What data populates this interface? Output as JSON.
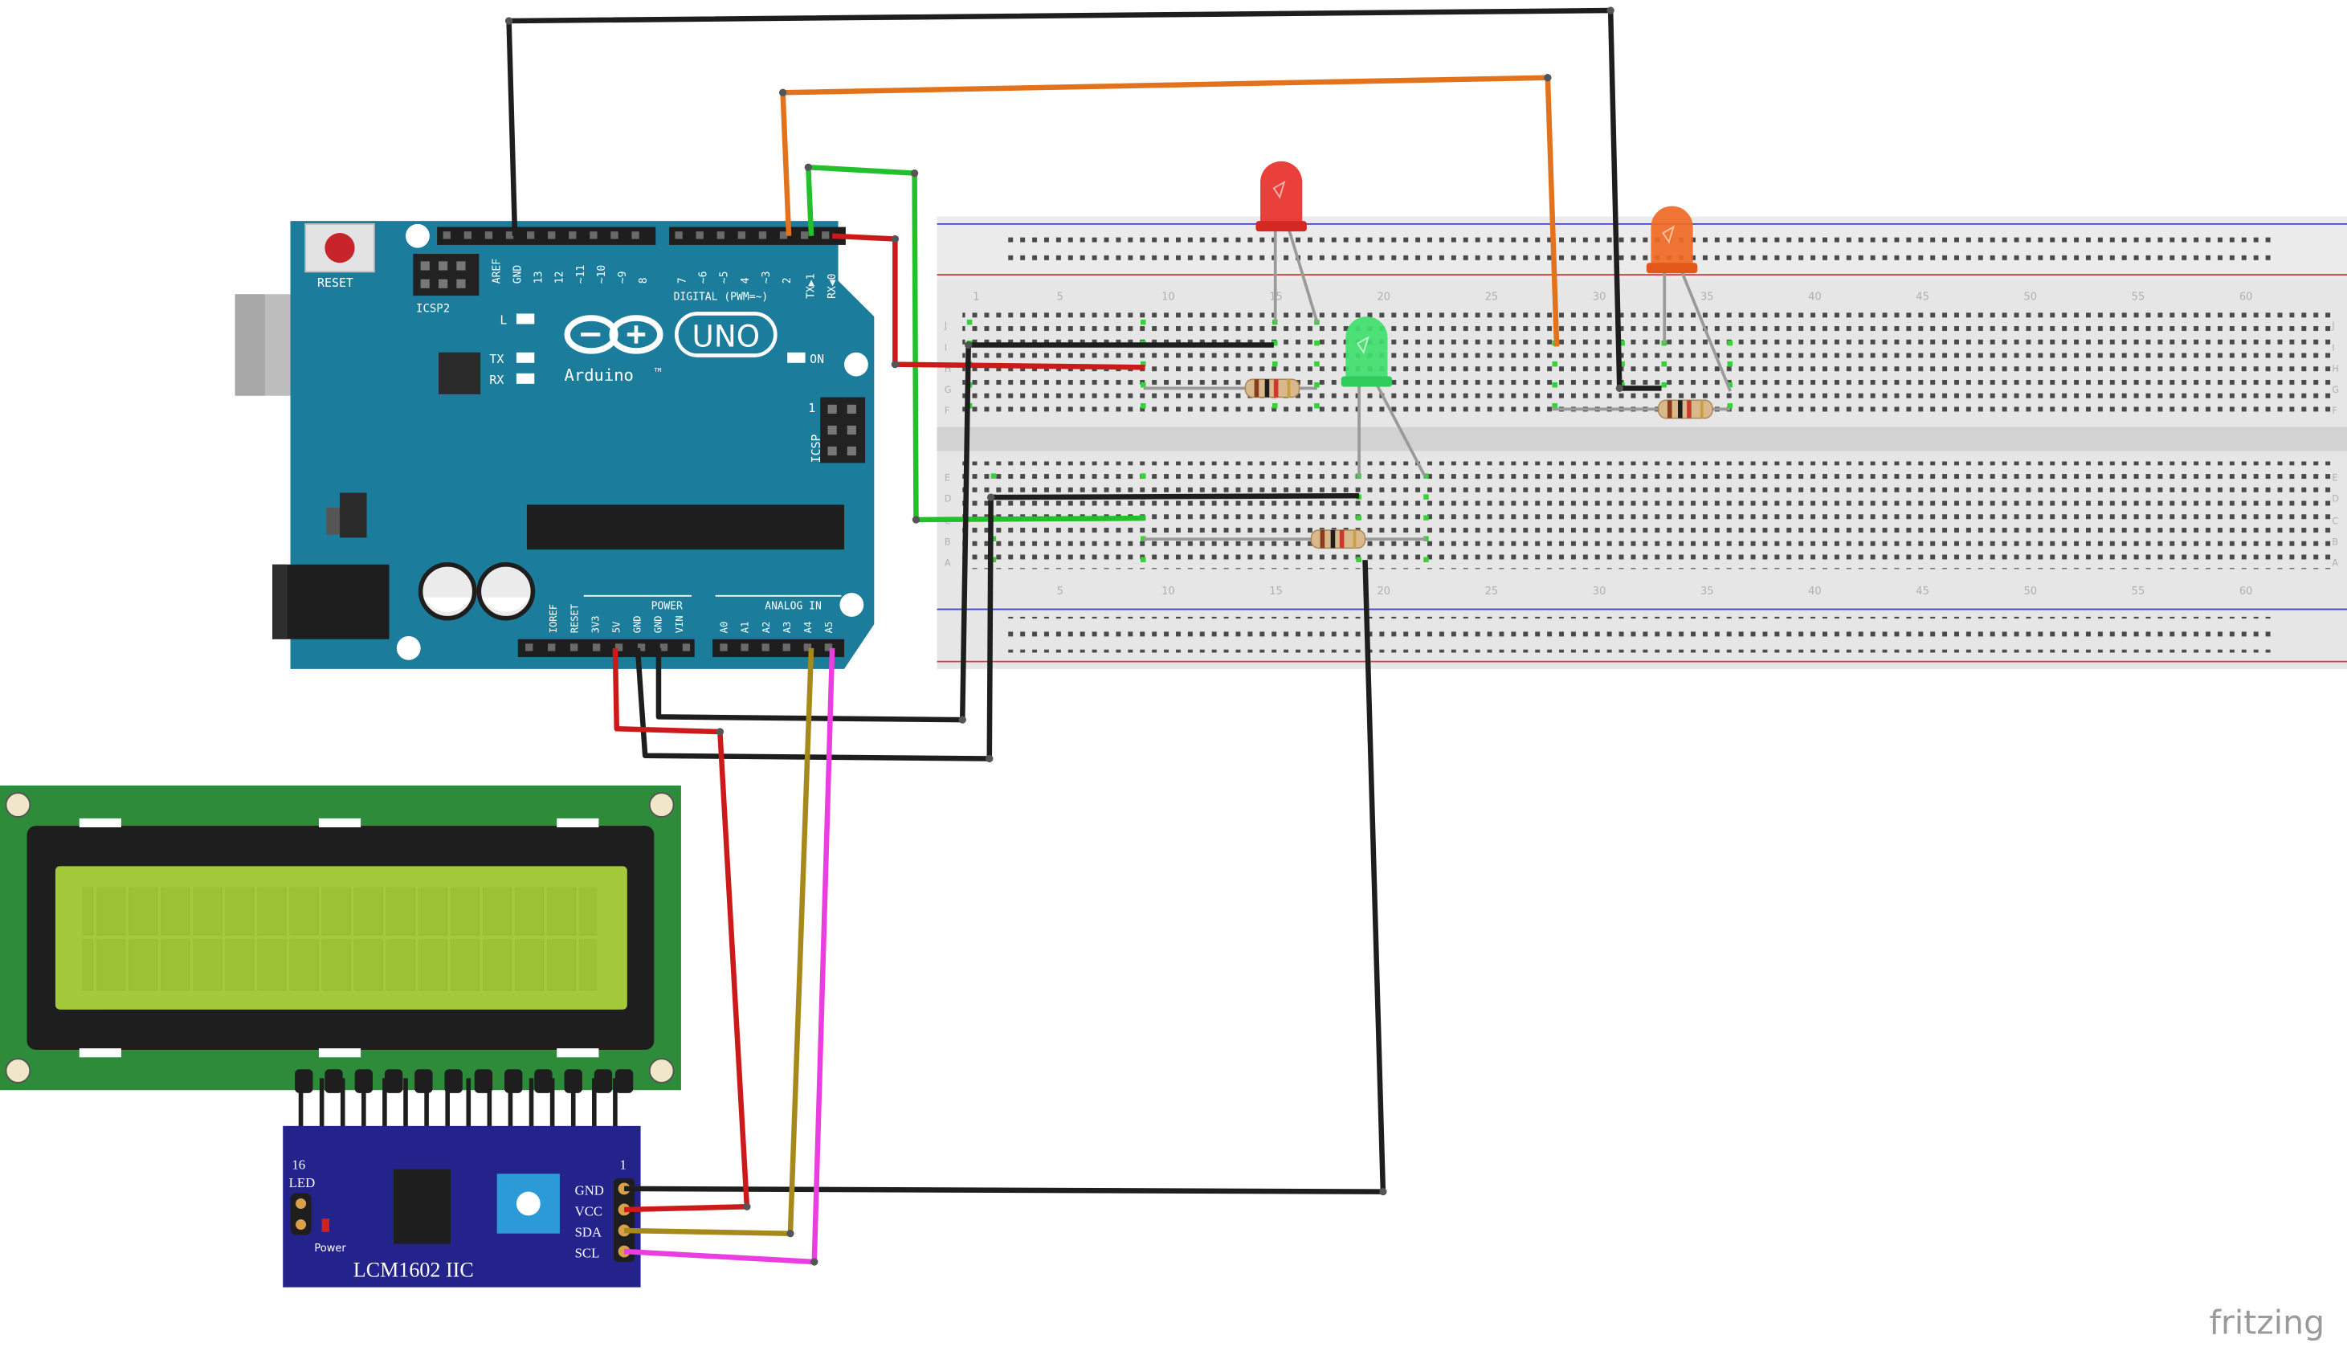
{
  "diagram": {
    "watermark": "fritzing",
    "arduino": {
      "reset_label": "RESET",
      "icsp2_label": "ICSP2",
      "icsp_label": "ICSP",
      "brand_badge": "UNO",
      "brand_name": "Arduino",
      "trademark": "TM",
      "led_l": "L",
      "led_tx": "TX",
      "led_rx": "RX",
      "led_on": "ON",
      "digital_label": "DIGITAL (PWM=~)",
      "power_label": "POWER",
      "analog_label": "ANALOG IN",
      "digital_pins": [
        "AREF",
        "GND",
        "13",
        "12",
        "~11",
        "~10",
        "~9",
        "8",
        "7",
        "~6",
        "~5",
        "4",
        "~3",
        "2",
        "TX▶1",
        "RX◀0"
      ],
      "power_pins": [
        "IOREF",
        "RESET",
        "3V3",
        "5V",
        "GND",
        "GND",
        "VIN"
      ],
      "analog_pins": [
        "A0",
        "A1",
        "A2",
        "A3",
        "A4",
        "A5"
      ],
      "icsp_pin_1": "1"
    },
    "breadboard": {
      "column_numbers": [
        "1",
        "5",
        "10",
        "15",
        "20",
        "25",
        "30",
        "35",
        "40",
        "45",
        "50",
        "55",
        "60"
      ],
      "row_letters_top": [
        "J",
        "I",
        "H",
        "G",
        "F"
      ],
      "row_letters_bottom": [
        "E",
        "D",
        "C",
        "B",
        "A"
      ]
    },
    "lcd_module": {
      "title": "LCM1602 IIC",
      "pin_gnd": "GND",
      "pin_vcc": "VCC",
      "pin_sda": "SDA",
      "pin_scl": "SCL",
      "led_label": "LED",
      "power_label": "Power",
      "pin16_label": "16",
      "pin1_label": "1"
    },
    "colors": {
      "arduino_board": "#1b7c9b",
      "lcd_pcb": "#2e8b3a",
      "lcd_screen": "#a4c93b",
      "i2c_board": "#24238c",
      "wire_black": "#1e1e1e",
      "wire_red": "#cc1a1a",
      "wire_green": "#22c02a",
      "wire_orange": "#e2731c",
      "wire_yellow": "#a6891a",
      "wire_pink": "#ea3ee0",
      "led_red": "#e8302a",
      "led_green": "#3fe06e",
      "led_orange": "#f06a24"
    }
  }
}
